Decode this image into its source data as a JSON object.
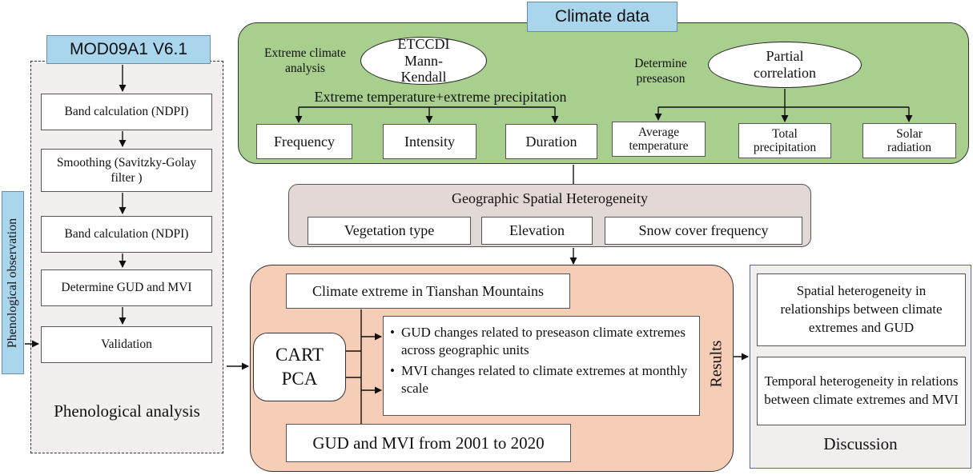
{
  "phenology": {
    "source_label": "MOD09A1 V6.1",
    "steps": [
      "Band calculation (NDPI)",
      "Smoothing (Savitzky-Golay filter )",
      "Band calculation (NDPI)",
      "Determine GUD and MVI",
      "Validation"
    ],
    "section_label": "Phenological analysis",
    "observation_label": "Phenological observation"
  },
  "climate": {
    "title": "Climate data",
    "extreme_analysis_label": "Extreme climate analysis",
    "methods_oval": "ETCCDI Mann-Kendall",
    "determine_preseason_label": "Determine preseason",
    "partial_oval": "Partial correlation",
    "extreme_combo_label": "Extreme temperature+extreme precipitation",
    "extreme_indices": [
      "Frequency",
      "Intensity",
      "Duration"
    ],
    "preseason_vars": [
      "Average temperature",
      "Total precipitation",
      "Solar radiation"
    ]
  },
  "geo": {
    "title": "Geographic Spatial Heterogeneity",
    "factors": [
      "Vegetation type",
      "Elevation",
      "Snow cover frequency"
    ]
  },
  "results": {
    "top_box": "Climate extreme in Tianshan Mountains",
    "methods_box": "CART PCA",
    "bullets": [
      "GUD changes related to preseason climate extremes across geographic units",
      "MVI changes related to climate extremes at monthly scale"
    ],
    "bottom_box": "GUD and MVI from 2001 to 2020",
    "label": "Results"
  },
  "discussion": {
    "items": [
      "Spatial heterogeneity in relationships between climate extremes and GUD",
      "Temporal heterogeneity in relations between climate extremes and MVI"
    ],
    "label": "Discussion"
  },
  "colors": {
    "climate_fill": "#a9cf8e",
    "geo_fill": "#e2d8d6",
    "results_fill": "#f6cdb7",
    "header_blue": "#a9d6ec",
    "phenology_fill": "#f2efee",
    "discussion_fill": "#f1eeee",
    "discussion_border": "#5965a8"
  }
}
